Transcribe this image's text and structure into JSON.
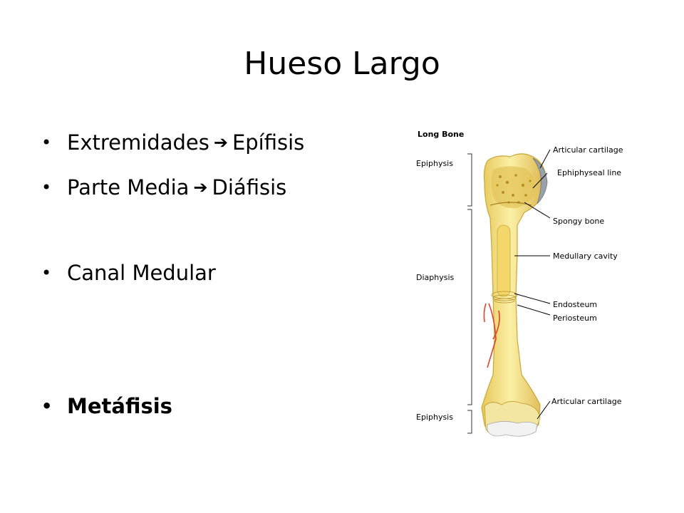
{
  "slide": {
    "title": "Hueso Largo",
    "bullets": [
      {
        "text": "Extremidades",
        "arrow": "➔",
        "target": "Epífisis"
      },
      {
        "text": "Parte Media",
        "arrow": "➔",
        "target": "Diáfisis"
      },
      {
        "text": "Canal Medular",
        "arrow": "",
        "target": ""
      },
      {
        "text": "Metáfisis",
        "arrow": "",
        "target": ""
      }
    ]
  },
  "figure": {
    "title": "Long Bone",
    "regions": [
      "Epiphysis",
      "Diaphysis",
      "Epiphysis"
    ],
    "labels": [
      "Articular cartilage",
      "Ephiphyseal line",
      "Spongy bone",
      "Medullary cavity",
      "Endosteum",
      "Periosteum",
      "Articular cartilage"
    ],
    "colors": {
      "bone": "#f5e48a",
      "bone_edge": "#c9a83a",
      "cartilage": "#e8e8e8",
      "spongy": "#d9b94a",
      "vessel": "#d9452b"
    }
  }
}
